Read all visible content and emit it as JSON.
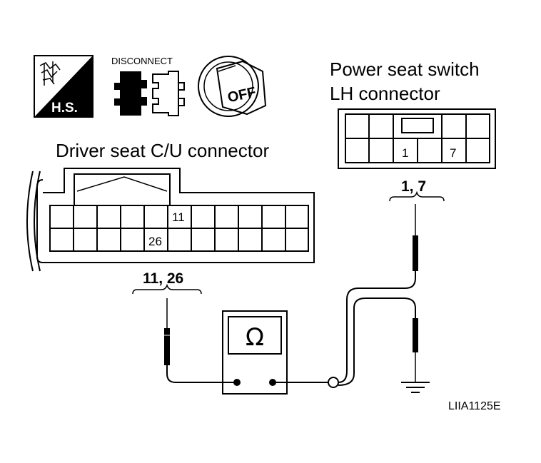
{
  "icons": {
    "hs_label": "H.S.",
    "disconnect_label": "DISCONNECT",
    "off_label": "OFF"
  },
  "connectors": {
    "switch_title_line1": "Power seat switch",
    "switch_title_line2": "LH connector",
    "switch_pin_a": "1",
    "switch_pin_b": "7",
    "switch_terminals": "1, 7",
    "cu_title": "Driver seat C/U connector",
    "cu_pin_a": "11",
    "cu_pin_b": "26",
    "cu_terminals": "11, 26"
  },
  "meter": {
    "symbol": "Ω"
  },
  "figure_code": "LIIA1125E"
}
